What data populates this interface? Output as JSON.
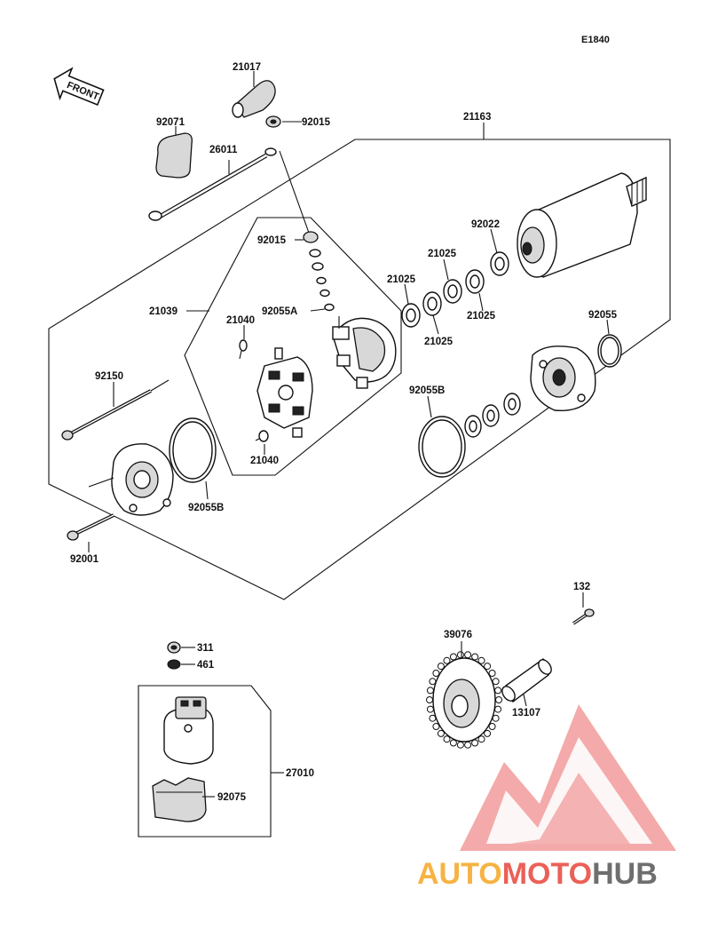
{
  "diagram_code": "E1840",
  "front_label": "FRONT",
  "parts": {
    "p21017": "21017",
    "p92015a": "92015",
    "p92071": "92071",
    "p26011": "26011",
    "p21163": "21163",
    "p92015b": "92015",
    "p92022": "92022",
    "p21025a": "21025",
    "p21025b": "21025",
    "p21025c": "21025",
    "p21025d": "21025",
    "p21039": "21039",
    "p92055a": "92055A",
    "p21040a": "21040",
    "p21040b": "21040",
    "p92055": "92055",
    "p92150": "92150",
    "p92055b_right": "92055B",
    "p92055b_left": "92055B",
    "p92001": "92001",
    "p132": "132",
    "p39076": "39076",
    "p13107": "13107",
    "p311": "311",
    "p461": "461",
    "p27010": "27010",
    "p92075": "92075"
  },
  "watermark": {
    "part1": "AUTO",
    "part2": "MOTO",
    "part3": "HUB",
    "color1": "#f5a623",
    "color2": "#e8453c",
    "color3": "#555555"
  }
}
